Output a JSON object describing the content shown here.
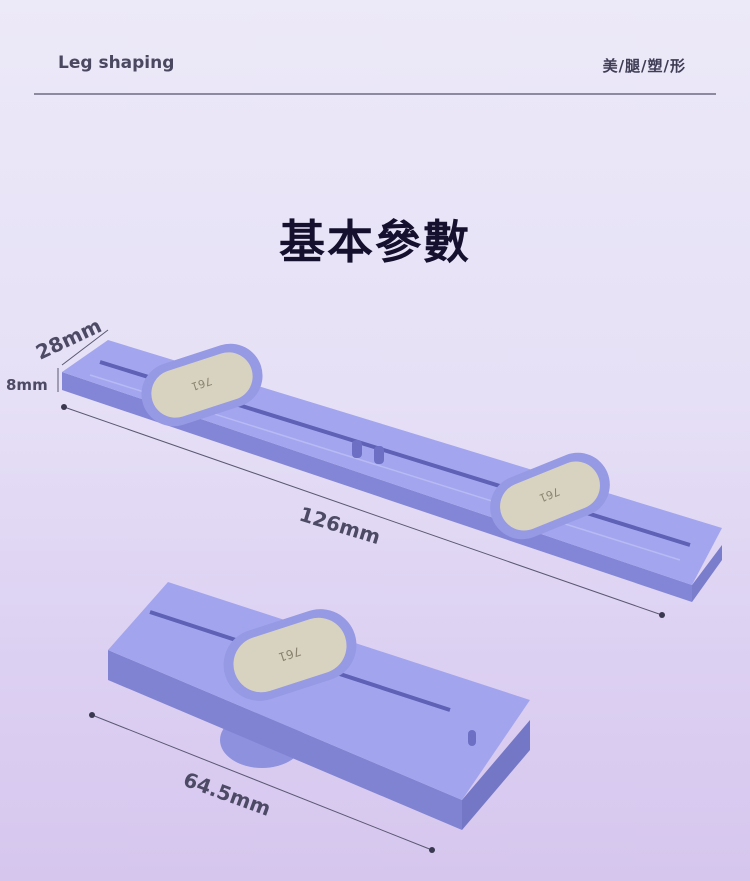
{
  "header": {
    "left": "Leg shaping",
    "right": "美/腿/塑/形"
  },
  "title": "基本參數",
  "dimensions": {
    "width": "28mm",
    "height": "8mm",
    "length": "126mm",
    "folded_length": "64.5mm"
  },
  "pad_mark": "761",
  "colors": {
    "product": "#9fa2ea",
    "pad": "#d8d3c0",
    "text": "#14102e"
  }
}
